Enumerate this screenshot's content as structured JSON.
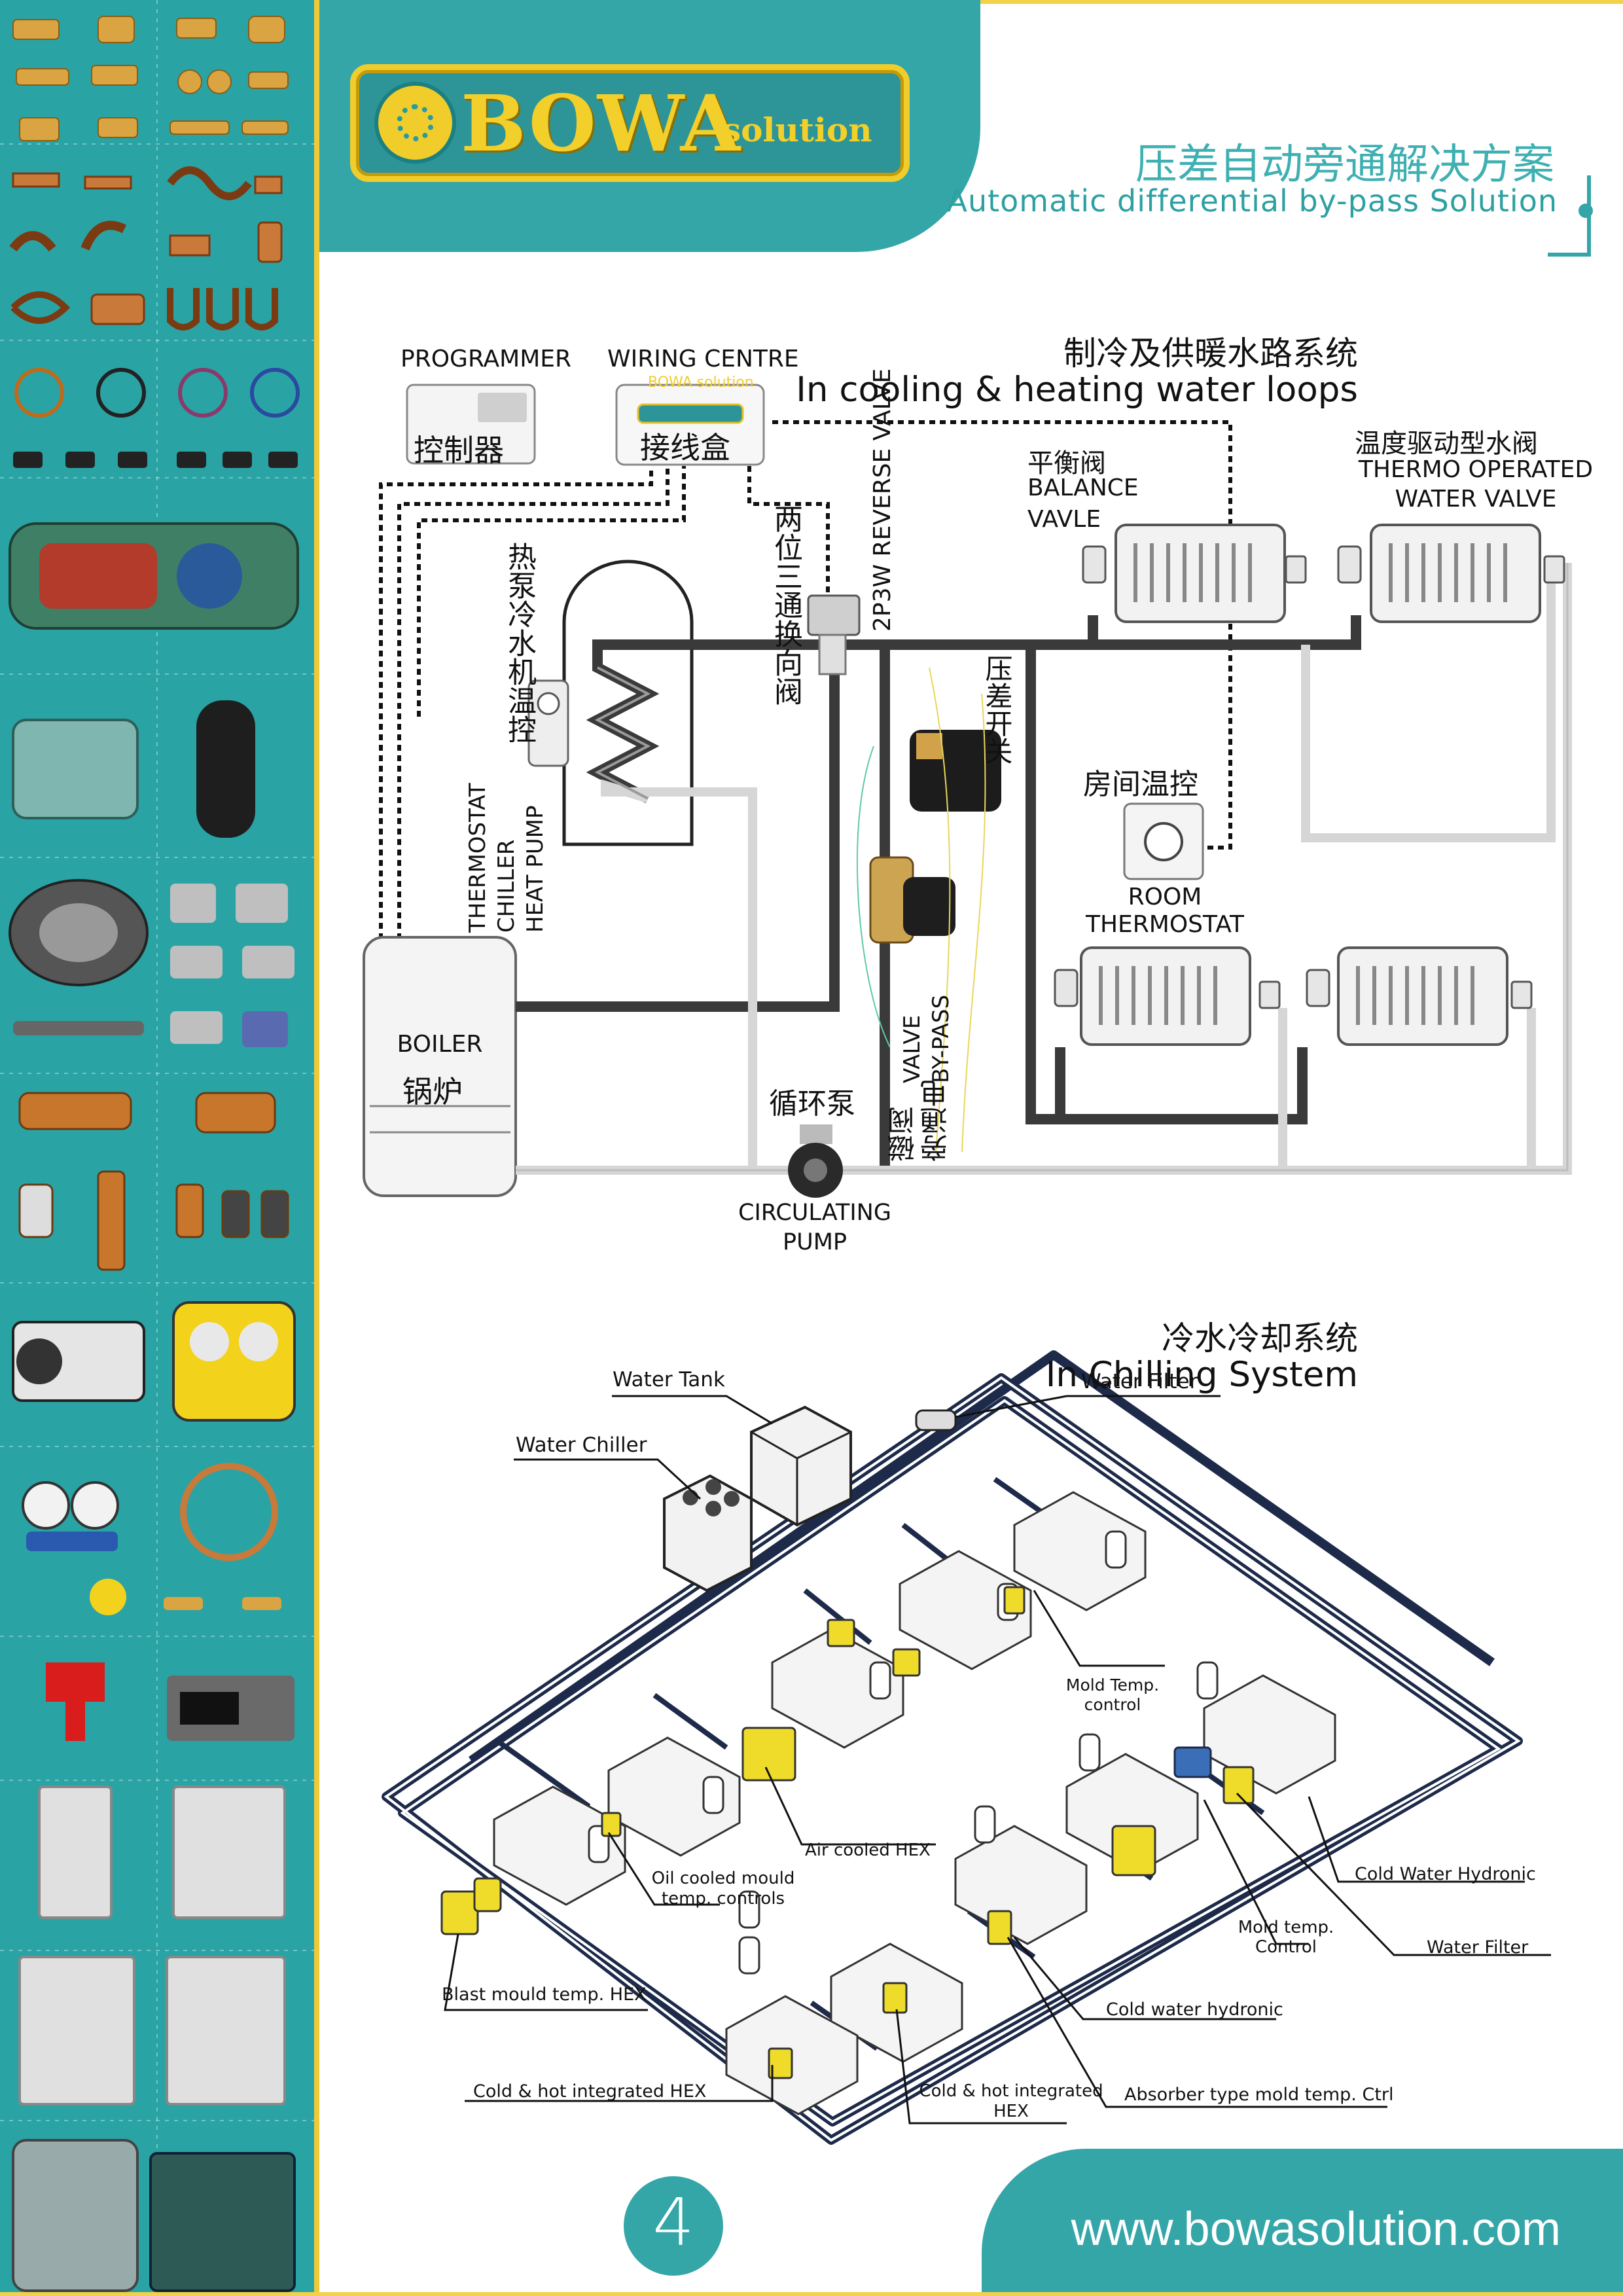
{
  "brand": {
    "logo_text": "BOWA",
    "logo_sub": "solution"
  },
  "header": {
    "title_cn": "压差自动旁通解决方案",
    "title_en": "Automatic differential by-pass Solution"
  },
  "loop_section": {
    "title_cn": "制冷及供暖水路系统",
    "title_en": "In cooling & heating water loops",
    "labels": {
      "programmer": "PROGRAMMER",
      "programmer_cn": "控制器",
      "wiring_centre": "WIRING CENTRE",
      "wiring_centre_cn": "接线盒",
      "wiring_logo": "BOWA solution",
      "balance_cn": "平衡阀",
      "balance_en1": "BALANCE",
      "balance_en2": "VAVLE",
      "thermo_cn": "温度驱动型水阀",
      "thermo_en1": "THERMO OPERATED",
      "thermo_en2": "WATER VALVE",
      "reverse_valve_en": "2P3W REVERSE VALVE",
      "reverse_valve_cn": "两位三通换向阀",
      "heat_pump_cn": "热泵冷水机温控",
      "heat_pump_en": "HEAT PUMP CHILLER THERMOSTAT",
      "diff_switch_cn": "压差开关",
      "room_thermostat_cn": "房间温控",
      "room_thermostat_en1": "ROOM",
      "room_thermostat_en2": "THERMOSTAT",
      "bypass_en": "BY-PASS VALVE",
      "bypass_cn": "旁通电磁阀",
      "pump_cn": "循环泵",
      "pump_en1": "CIRCULATING",
      "pump_en2": "PUMP",
      "boiler_en": "BOILER",
      "boiler_cn": "锅炉"
    }
  },
  "chill_section": {
    "title_cn": "冷水冷却系统",
    "title_en": "In Chilling System",
    "labels": {
      "water_tank": "Water Tank",
      "water_filter_top": "Water Filter",
      "water_chiller": "Water Chiller",
      "mold_temp_control": "Mold Temp. control",
      "air_cooled_hex": "Air cooled HEX",
      "oil_cooled": "Oil cooled mould temp. controls",
      "cold_water_hydronic_cap": "Cold Water Hydronic",
      "mold_temp_control2": "Mold temp. Control",
      "water_filter_right": "Water Filter",
      "blast_mould": "Blast mould temp. HEX",
      "cold_water_hydronic": "Cold water hydronic",
      "cold_hot_integrated_left": "Cold & hot integrated HEX",
      "cold_hot_integrated_mid": "Cold & hot integrated HEX",
      "absorber": "Absorber type mold temp. Ctrl"
    }
  },
  "footer": {
    "page_number": "4",
    "url": "www.bowasolution.com"
  },
  "colors": {
    "teal": "#34a6a8",
    "gold": "#f1cd2b",
    "pipe_dark": "#3a3a3a",
    "pipe_light": "#d8d8d8"
  }
}
